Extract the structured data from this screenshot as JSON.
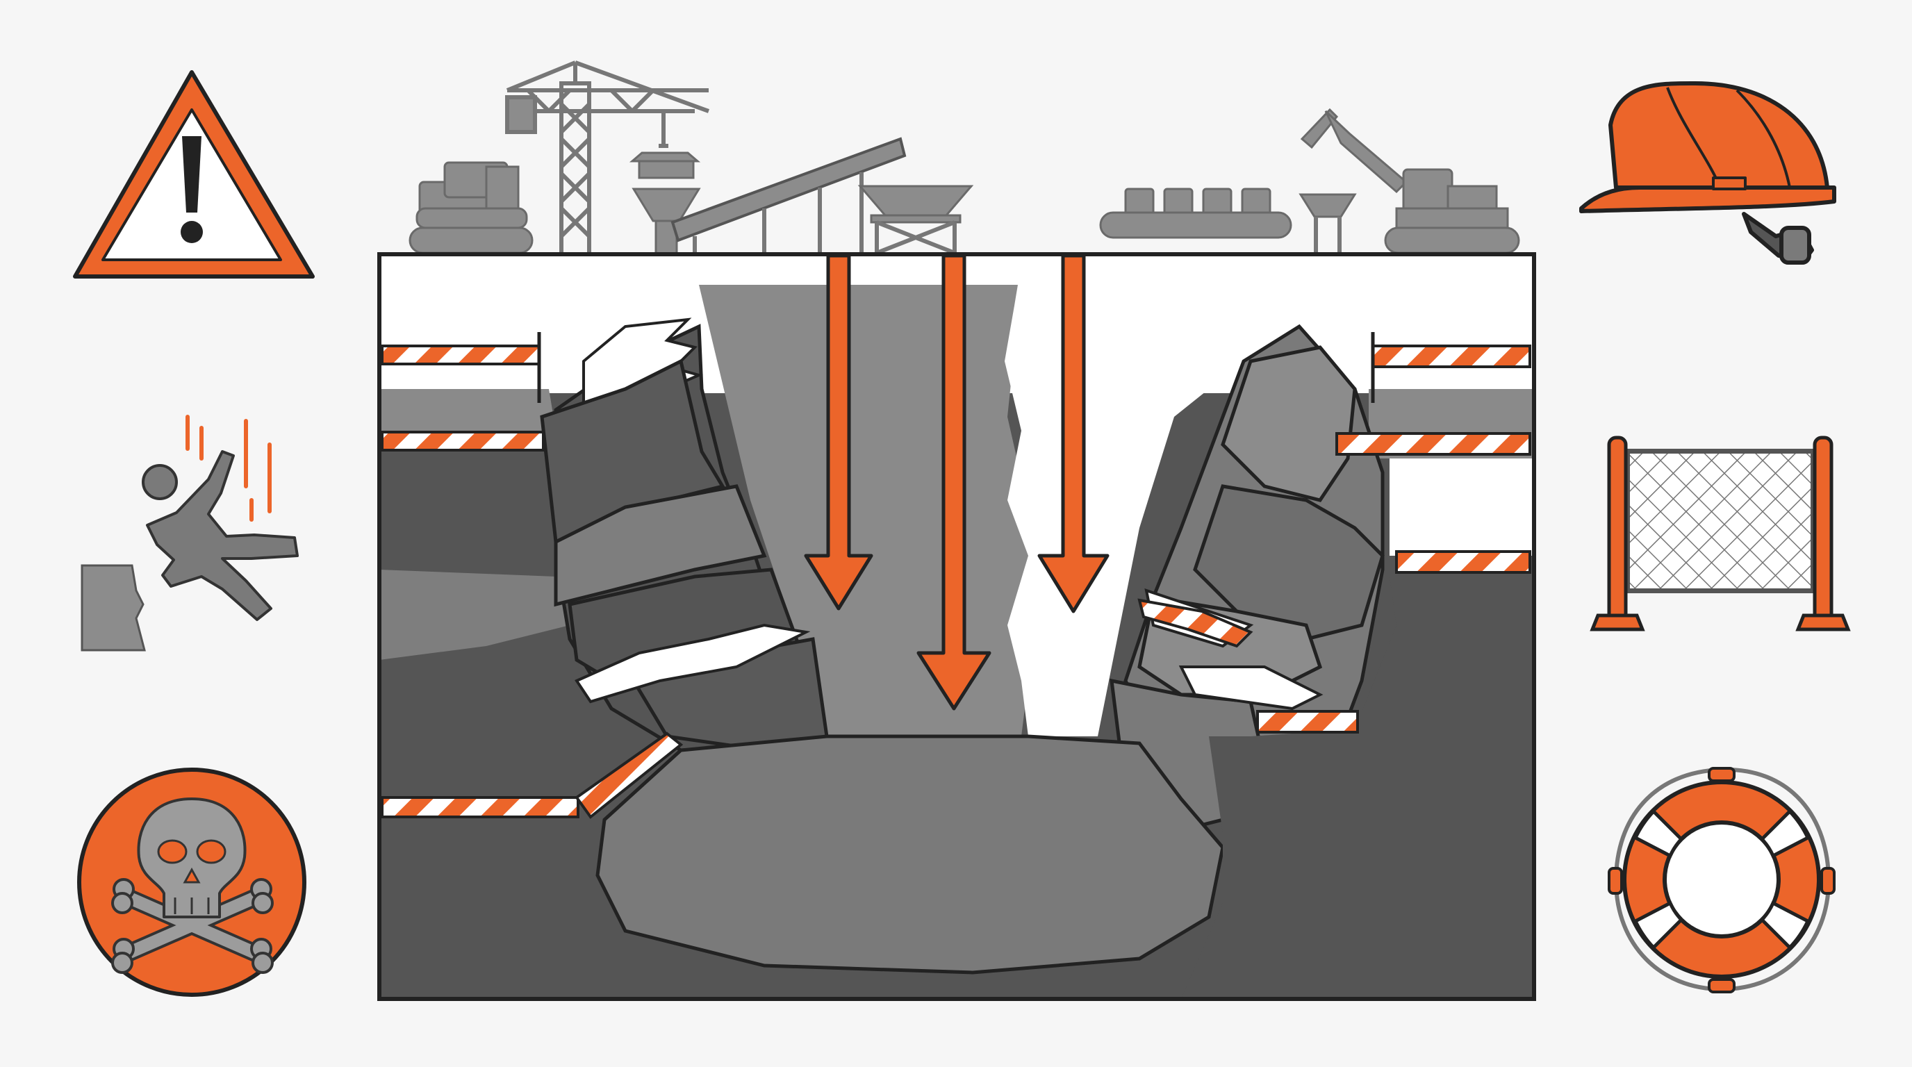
{
  "colors": {
    "background": "#f6f6f6",
    "accent_orange": "#ec652a",
    "outline": "#222222",
    "rock_dark": "#555555",
    "rock_mid": "#7a7a7a",
    "rock_light": "#9c9c9c",
    "shaft_gray": "#8a8a8a",
    "surface_white": "#ffffff",
    "equipment_gray": "#8c8c8c"
  },
  "icons": {
    "left_column": [
      "warning-triangle-icon",
      "falling-person-icon",
      "skull-crossbones-icon"
    ],
    "right_column": [
      "hard-hat-icon",
      "safety-fence-icon",
      "life-ring-icon"
    ],
    "surface_equipment": [
      "bulldozer-icon",
      "tower-crane-icon",
      "hopper-icon",
      "conveyor-belt-icon",
      "loading-silo-icon",
      "conveyor-carts-icon",
      "excavator-icon"
    ],
    "pit": [
      "open-pit-cross-section",
      "subsidence-arrow-icon",
      "warning-tape-icon"
    ]
  },
  "subsidence_arrows": 3,
  "warning_tape_bands": 8
}
